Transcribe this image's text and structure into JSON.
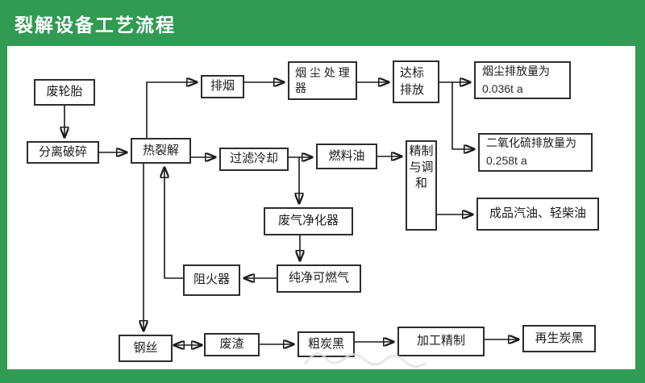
{
  "header": {
    "title": "裂解设备工艺流程"
  },
  "colors": {
    "brand_green": "#319b53",
    "line": "#1a1a1a",
    "box_border": "#2d2d2d",
    "box_bg": "#ffffff"
  },
  "nodes": {
    "waste_tire": {
      "label": "废轮胎"
    },
    "separation": {
      "label": "分离破碎"
    },
    "pyrolysis": {
      "label": "热裂解"
    },
    "smoke_exhaust": {
      "label": "排烟"
    },
    "dust_processor": {
      "label": "烟 尘 处 理 器"
    },
    "standard": {
      "label": "达标\n排放"
    },
    "dust_emission": {
      "label": "烟尘排放量为",
      "value": "0.036t a"
    },
    "filter_cooling": {
      "label": "过滤冷却"
    },
    "fuel_oil": {
      "label": "燃料油"
    },
    "refine_blend": {
      "label": "精制与调和"
    },
    "so2_emission": {
      "label": "二氧化硫排放量为",
      "value": "0.258t a"
    },
    "finished_oil": {
      "label": "成品汽油、轻柴油"
    },
    "gas_purifier": {
      "label": "废气净化器"
    },
    "clean_gas": {
      "label": "纯净可燃气"
    },
    "flame_arrester": {
      "label": "阻火器"
    },
    "steel_wire": {
      "label": "钢丝"
    },
    "waste_residue": {
      "label": "废渣"
    },
    "crude_carbon": {
      "label": "粗炭黑"
    },
    "processing": {
      "label": "加工精制"
    },
    "regen_carbon": {
      "label": "再生炭黑"
    }
  }
}
